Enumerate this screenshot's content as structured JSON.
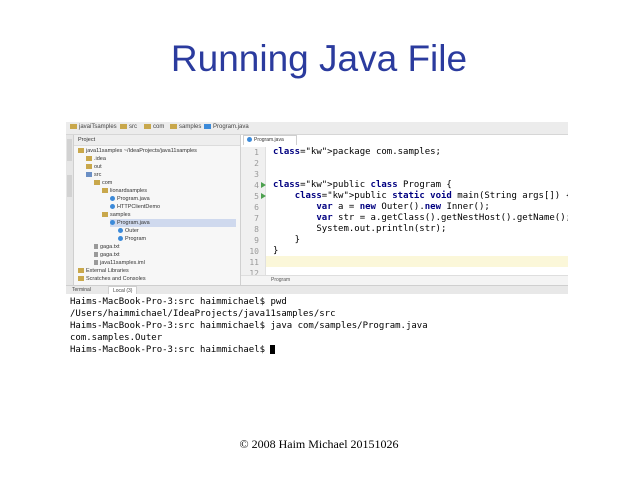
{
  "slide": {
    "title": "Running Java File",
    "footer": "© 2008 Haim Michael 20151026"
  },
  "breadcrumbs": [
    "javaiTsamples",
    "src",
    "com",
    "samples",
    "Program.java"
  ],
  "project_tree": {
    "header": "Project",
    "items": [
      {
        "label": "java11samples ~/IdeaProjects/java11samples",
        "icon": "folder-icon"
      },
      {
        "label": ".idea",
        "icon": "folder-icon"
      },
      {
        "label": "out",
        "icon": "folder-icon"
      },
      {
        "label": "src",
        "icon": "folder-icon"
      },
      {
        "label": "com",
        "icon": "folder-icon"
      },
      {
        "label": "lionardsamples",
        "icon": "folder-icon"
      },
      {
        "label": "Program.java",
        "icon": "class-icon"
      },
      {
        "label": "HTTPClientDemo",
        "icon": "class-icon"
      },
      {
        "label": "samples",
        "icon": "folder-icon"
      },
      {
        "label": "Program.java",
        "icon": "class-icon"
      },
      {
        "label": "Outer",
        "icon": "class-icon"
      },
      {
        "label": "Program",
        "icon": "class-icon"
      },
      {
        "label": "gaga.txt",
        "icon": "file-icon"
      },
      {
        "label": "gaga.txt",
        "icon": "file-icon"
      },
      {
        "label": "java11samples.iml",
        "icon": "file-icon"
      },
      {
        "label": "External Libraries",
        "icon": "folder-icon"
      },
      {
        "label": "Scratches and Consoles",
        "icon": "folder-icon"
      }
    ]
  },
  "editor": {
    "tab_label": "Program.java",
    "line_numbers": [
      "1",
      "2",
      "3",
      "4",
      "5",
      "6",
      "7",
      "8",
      "9",
      "10",
      "11",
      "12"
    ],
    "lines": [
      "package com.samples;",
      "",
      "",
      "public class Program {",
      "    public static void main(String args[]) {",
      "        var a = new Outer().new Inner();",
      "        var str = a.getClass().getNestHost().getName();",
      "        System.out.println(str);",
      "    }",
      "}",
      "",
      ""
    ],
    "status_text": "Program"
  },
  "bottom_tabs": [
    "Terminal",
    "Local (3)"
  ],
  "terminal": {
    "lines": [
      "Haims-MacBook-Pro-3:src haimmichael$ pwd",
      "/Users/haimmichael/IdeaProjects/java11samples/src",
      "Haims-MacBook-Pro-3:src haimmichael$ java com/samples/Program.java",
      "com.samples.Outer",
      "Haims-MacBook-Pro-3:src haimmichael$ "
    ]
  },
  "colors": {
    "title": "#2b3b9e",
    "keyword": "#000080",
    "run_icon": "#4da14f",
    "current_line": "#fbf7d9"
  }
}
